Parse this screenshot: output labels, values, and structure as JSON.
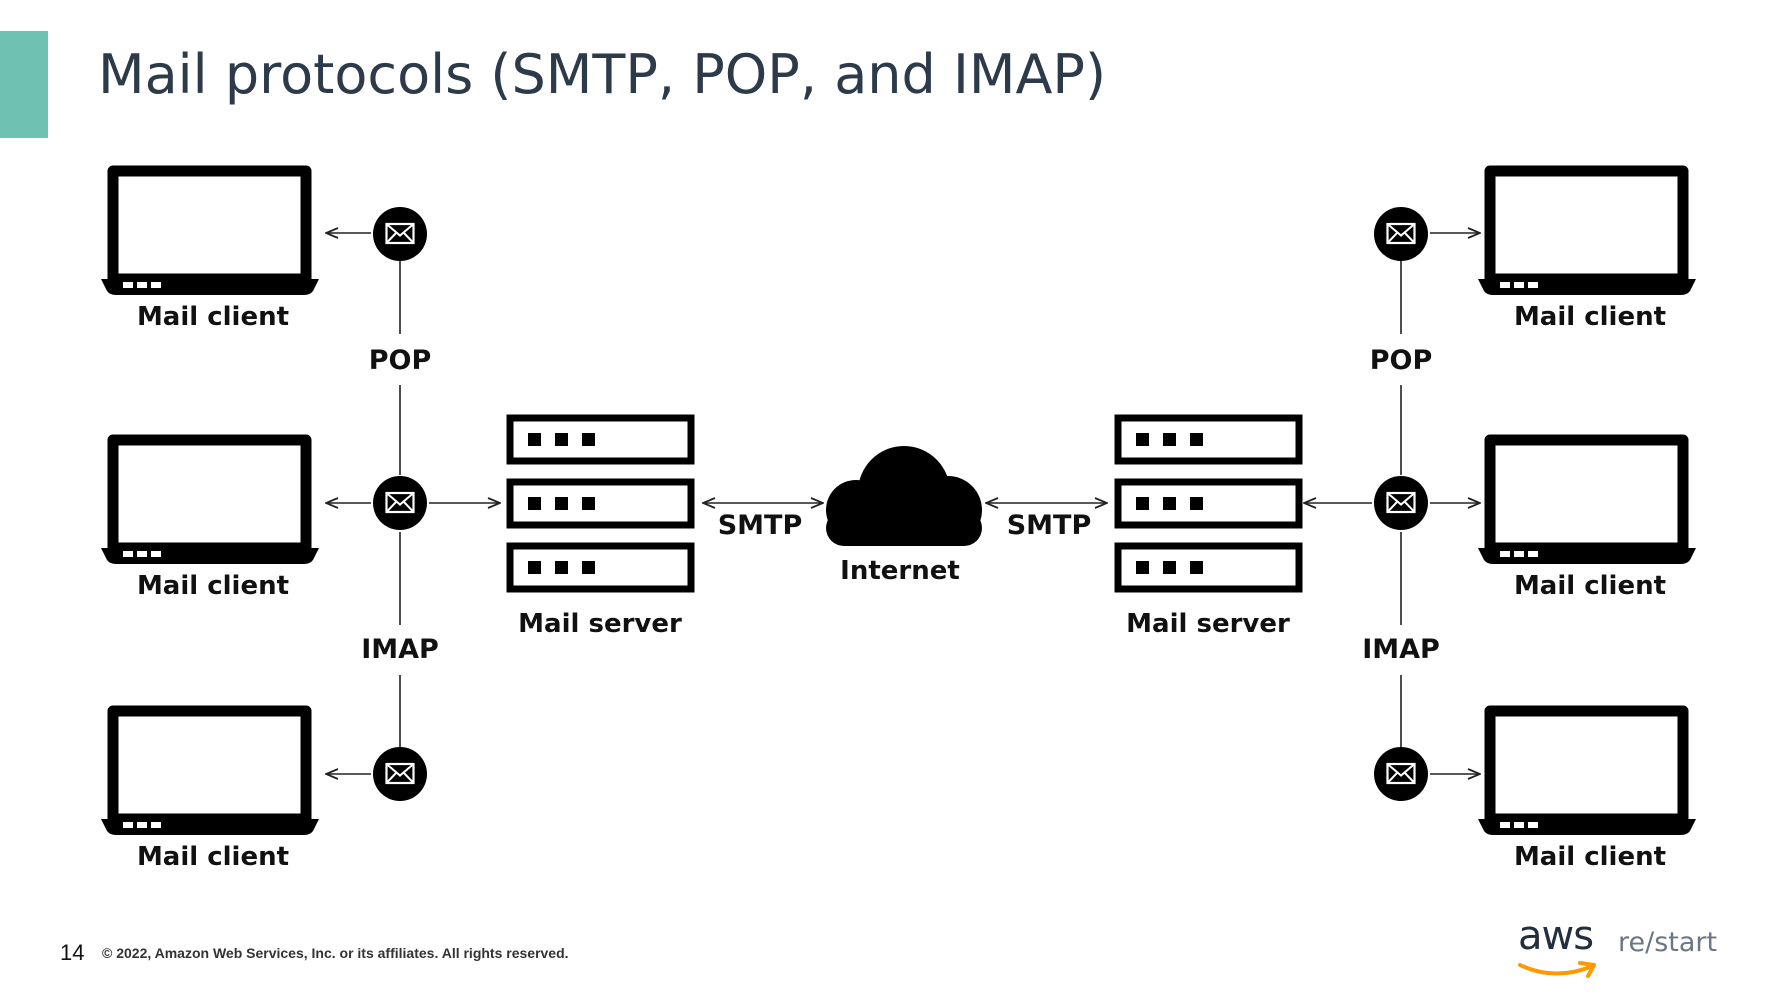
{
  "slide": {
    "title": "Mail protocols (SMTP, POP, and IMAP)",
    "accent_color": "#6ec2b1",
    "page_number": "14",
    "copyright": "© 2022, Amazon Web Services, Inc. or its affiliates. All rights reserved."
  },
  "logo": {
    "brand": "aws",
    "product": "re/start",
    "smile_color": "#ff9900"
  },
  "diagram": {
    "left_clients": [
      "Mail client",
      "Mail client",
      "Mail client"
    ],
    "right_clients": [
      "Mail client",
      "Mail client",
      "Mail client"
    ],
    "left_protocols": [
      "POP",
      "IMAP"
    ],
    "right_protocols": [
      "POP",
      "IMAP"
    ],
    "left_server": "Mail server",
    "right_server": "Mail server",
    "left_link": "SMTP",
    "right_link": "SMTP",
    "cloud": "Internet",
    "icons": {
      "client": "laptop-icon",
      "message": "envelope-icon",
      "server": "server-icon",
      "cloud": "cloud-icon"
    }
  }
}
